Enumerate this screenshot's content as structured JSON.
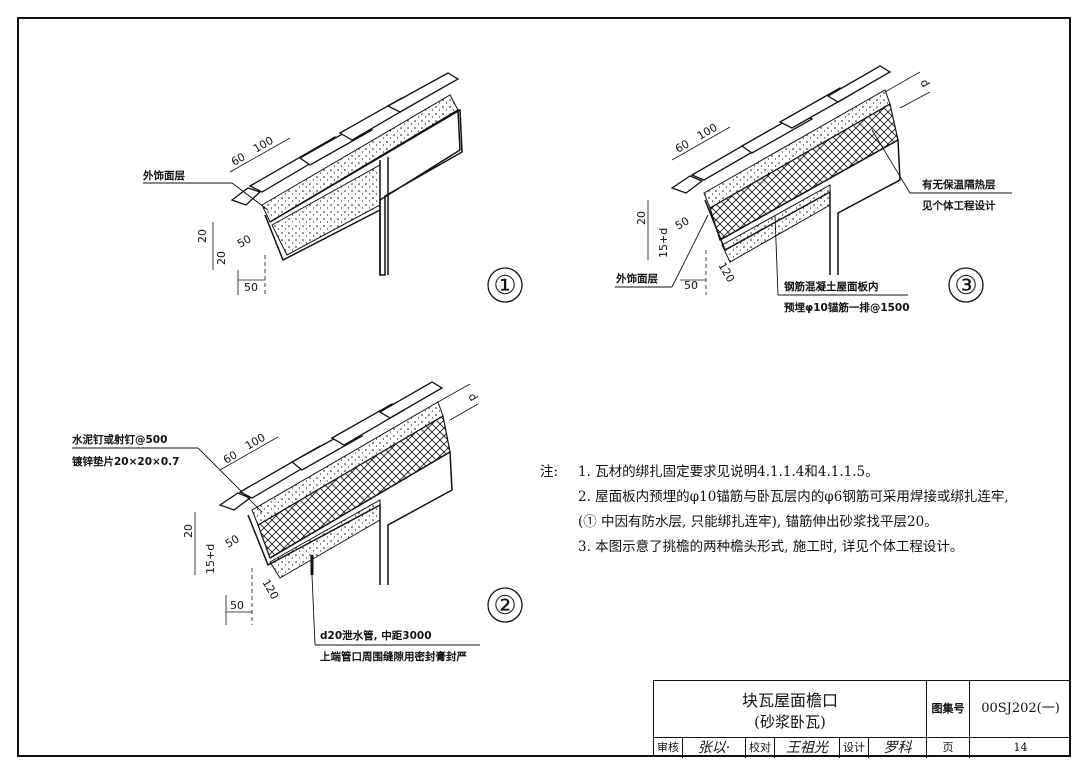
{
  "drawing": {
    "details": [
      {
        "number": "①",
        "labels": {
          "finish": "外饰面层"
        },
        "dims": {
          "d60": "60",
          "d100": "100",
          "d20a": "20",
          "d50": "50",
          "d20b": "20",
          "d50h": "50"
        }
      },
      {
        "number": "②",
        "labels": {
          "nail": "水泥钉或射钉@500",
          "washer": "镀锌垫片20×20×0.7",
          "drain": "d20泄水管, 中距3000",
          "seal": "上端管口周围缝隙用密封膏封严"
        },
        "dims": {
          "d60": "60",
          "d100": "100",
          "d20": "20",
          "d15d": "15+d",
          "d50": "50",
          "d120": "120",
          "d50h": "50",
          "dd": "d"
        }
      },
      {
        "number": "③",
        "labels": {
          "insul1": "有无保温隔热层",
          "insul2": "见个体工程设计",
          "finish": "外饰面层",
          "rebar1": "钢筋混凝土屋面板内",
          "rebar2": "预埋φ10锚筋一排@1500"
        },
        "dims": {
          "d60": "60",
          "d100": "100",
          "d20": "20",
          "d15d": "15+d",
          "d50": "50",
          "d120": "120",
          "d50h": "50",
          "dd": "d"
        }
      }
    ]
  },
  "notes": {
    "prefix": "注:",
    "lines": [
      "1. 瓦材的绑扎固定要求见说明4.1.1.4和4.1.1.5。",
      "2. 屋面板内预埋的φ10锚筋与卧瓦层内的φ6钢筋可采用焊接或绑扎连牢,",
      "(① 中因有防水层, 只能绑扎连牢), 锚筋伸出砂浆找平层20。",
      "3. 本图示意了挑檐的两种檐头形式, 施工时, 详见个体工程设计。"
    ]
  },
  "title_block": {
    "title1": "块瓦屋面檐口",
    "title2": "(砂浆卧瓦)",
    "atlas_label": "图集号",
    "atlas_no": "00SJ202(一)",
    "review_label": "审核",
    "review_sig": "张以·",
    "check_label": "校对",
    "check_sig": "王祖光",
    "design_label": "设计",
    "design_sig": "罗科",
    "page_label": "页",
    "page_no": "14"
  }
}
